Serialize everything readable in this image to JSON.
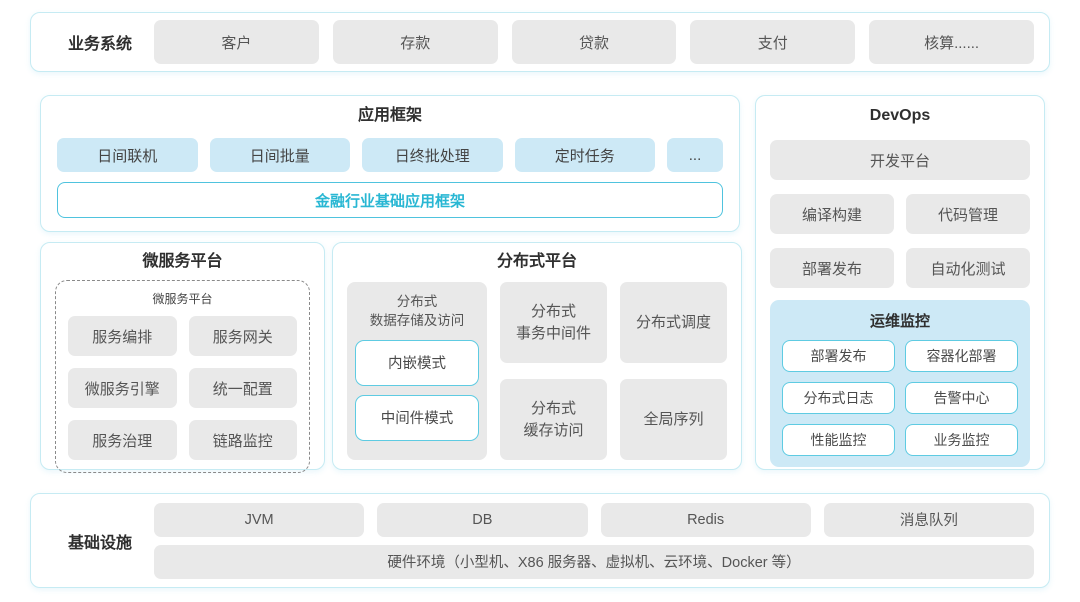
{
  "colors": {
    "container_border": "#c6ebf3",
    "gray_box_bg": "#e9e9e9",
    "blue_box_bg": "#cde9f6",
    "monitor_panel_bg": "#cde9f6",
    "accent_cyan_text": "#29b7d3",
    "accent_cyan_border": "#4fc3de",
    "cyan_box_border": "#5ecbe2",
    "text_dark": "#2f2f2f",
    "text_gray": "#555555"
  },
  "business_band": {
    "label": "业务系统",
    "items": [
      "客户",
      "存款",
      "贷款",
      "支付",
      "核算......"
    ]
  },
  "app_framework": {
    "title": "应用框架",
    "modules": [
      "日间联机",
      "日间批量",
      "日终批处理",
      "定时任务",
      "..."
    ],
    "base_framework": "金融行业基础应用框架"
  },
  "devops": {
    "title": "DevOps",
    "dev_platform": "开发平台",
    "tools": [
      "编译构建",
      "代码管理",
      "部署发布",
      "自动化测试"
    ],
    "monitoring": {
      "title": "运维监控",
      "items": [
        "部署发布",
        "容器化部署",
        "分布式日志",
        "告警中心",
        "性能监控",
        "业务监控"
      ]
    }
  },
  "microservices": {
    "title": "微服务平台",
    "inner_title": "微服务平台",
    "items": [
      "服务编排",
      "服务网关",
      "微服务引擎",
      "统一配置",
      "服务治理",
      "链路监控"
    ]
  },
  "distributed": {
    "title": "分布式平台",
    "storage_title_line1": "分布式",
    "storage_title_line2": "数据存储及访问",
    "mode_embedded": "内嵌模式",
    "mode_middleware": "中间件模式",
    "transaction_line1": "分布式",
    "transaction_line2": "事务中间件",
    "scheduling": "分布式调度",
    "cache_line1": "分布式",
    "cache_line2": "缓存访问",
    "sequence": "全局序列"
  },
  "infrastructure": {
    "label": "基础设施",
    "items": [
      "JVM",
      "DB",
      "Redis",
      "消息队列"
    ],
    "hardware": "硬件环境（小型机、X86 服务器、虚拟机、云环境、Docker 等）"
  }
}
